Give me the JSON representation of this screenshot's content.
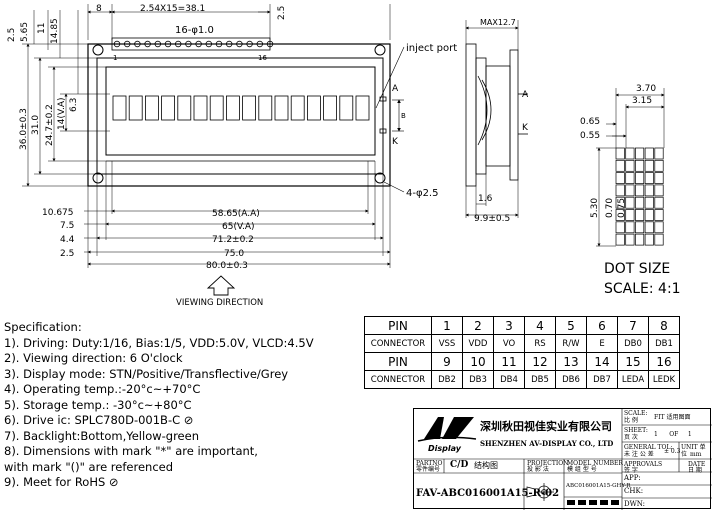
{
  "drawing": {
    "top_dims": {
      "d8": "8",
      "pitch": "2.54X15=38.1",
      "right_25": "2.5",
      "pin_holes": "16-φ1.0",
      "pin_first": "1",
      "pin_last": "16"
    },
    "left_dims": {
      "d25": "2.5",
      "d565": "5.65",
      "d11": "11",
      "d1485": "14.85",
      "d36": "36.0±0.3",
      "d31": "31.0",
      "d247": "24.7±0.2",
      "d14": "14(V.A)",
      "d63": "6.3"
    },
    "bottom_dims": {
      "d10675": "10.675",
      "d75l": "7.5",
      "d44": "4.4",
      "d25l": "2.5",
      "aa": "58.65(A.A)",
      "va": "65(V.A)",
      "pcb": "71.2±0.2",
      "bezel": "75.0",
      "outline": "80.0±0.3"
    },
    "labels": {
      "inject": "inject port",
      "holes": "4-φ2.5",
      "viewing": "VIEWING DIRECTION",
      "a": "A",
      "k": "K",
      "b": "B"
    },
    "side_dims": {
      "max": "MAX12.7",
      "d16": "1.6",
      "d99": "9.9±0.5",
      "a": "A",
      "k": "K"
    },
    "dot_dims": {
      "d370": "3.70",
      "d315": "3.15",
      "d065": "0.65",
      "d055": "0.55",
      "d530": "5.30",
      "d070": "0.70",
      "d075": "0.75"
    },
    "dot_title": "DOT  SIZE",
    "dot_scale": "SCALE: 4:1"
  },
  "spec": {
    "title": "Specification:",
    "items": [
      "1). Driving: Duty:1/16, Bias:1/5, VDD:5.0V, VLCD:4.5V",
      "2). Viewing direction: 6 O'clock",
      "3). Display mode: STN/Positive/Transflective/Grey",
      "4). Operating temp.:-20°c~+70°C",
      "5). Storage temp.: -30°c~+80°C",
      "6). Drive ic: SPLC780D-001B-C ⊘",
      "7). Backlight:Bottom,Yellow-green",
      "8). Dimensions with mark \"*\" are important,",
      "     with mark \"()\" are referenced",
      "9). Meet for RoHS ⊘"
    ]
  },
  "pin_table": {
    "pin_label": "PIN",
    "connector_label": "CONNECTOR",
    "row1_pins": [
      "1",
      "2",
      "3",
      "4",
      "5",
      "6",
      "7",
      "8"
    ],
    "row1_conn": [
      "VSS",
      "VDD",
      "VO",
      "RS",
      "R/W",
      "E",
      "DB0",
      "DB1"
    ],
    "row2_pins": [
      "9",
      "10",
      "11",
      "12",
      "13",
      "14",
      "15",
      "16"
    ],
    "row2_conn": [
      "DB2",
      "DB3",
      "DB4",
      "DB5",
      "DB6",
      "DB7",
      "LEDA",
      "LEDK"
    ]
  },
  "title_block": {
    "company_cn": "深圳秋田视佳实业有限公司",
    "company_en": "SHENZHEN AV-DISPLAY CO., LTD",
    "logo_text": "Display",
    "scale_label": "SCALE:",
    "scale_cn": "比 例",
    "scale_value": "FIT  适用图面",
    "sheet_label": "SHEET:",
    "sheet_cn": "页 次",
    "sheet_value": "1      OF     1",
    "general_tol": "GENERAL TOL:",
    "general_tol_cn": "未 注 公 差",
    "tol_value": "± 0.3",
    "unit_label": "UNIT 单位",
    "unit_value": "mm",
    "approvals": "APPROVALS",
    "approvals_cn": "签 字",
    "date_label": "DATE",
    "date_cn": "日 期",
    "app": "APP:",
    "chk": "CHK:",
    "dwn": "DWN:",
    "partno_label": "PARTNO",
    "partno_cn": "零件编号",
    "cd": "C/D",
    "cd_cn": "结构图",
    "projection": "PROJECTION",
    "projection_cn": "投 影 法",
    "model_label": "MODEL NUMBER",
    "model_cn": "模 组 型 号",
    "model_value": "ABC016001A15-GHY-R",
    "part_number": "FAV-ABC016001A15-R-02"
  }
}
